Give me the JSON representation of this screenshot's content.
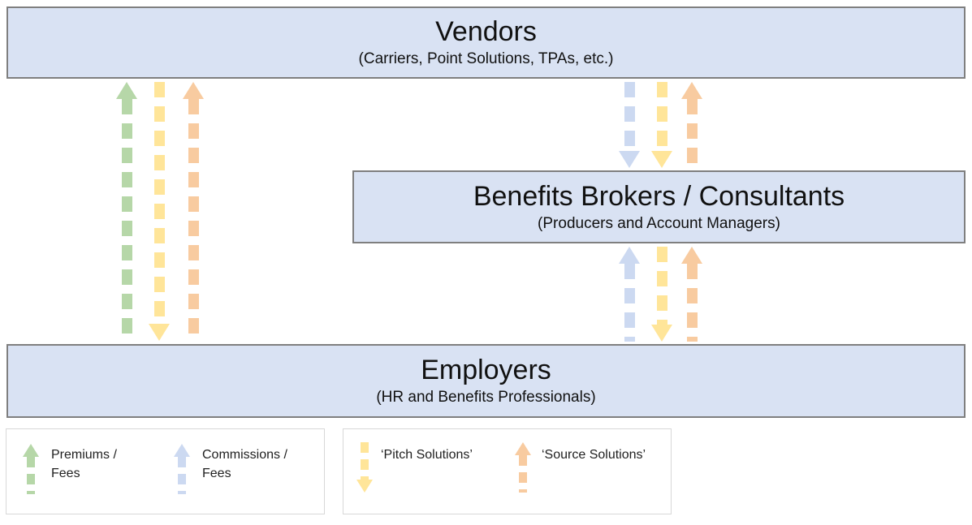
{
  "boxes": {
    "vendors": {
      "title": "Vendors",
      "subtitle": "(Carriers, Point Solutions, TPAs, etc.)"
    },
    "brokers": {
      "title": "Benefits Brokers / Consultants",
      "subtitle": "(Producers and Account Managers)"
    },
    "employers": {
      "title": "Employers",
      "subtitle": "(HR and Benefits Professionals)"
    }
  },
  "colors": {
    "box_fill": "#d9e2f3",
    "box_border": "#7f7f7f",
    "legend_border": "#d8d8d8",
    "premiums_green": "#b6d7a8",
    "commissions_blue": "#ccd9f1",
    "pitch_yellow": "#ffe599",
    "source_orange": "#f8cba0"
  },
  "flows": {
    "vendors_employers": [
      {
        "meaning": "premiums-fees",
        "color": "green",
        "direction": "up"
      },
      {
        "meaning": "pitch-solutions",
        "color": "yellow",
        "direction": "down"
      },
      {
        "meaning": "source-solutions",
        "color": "orange",
        "direction": "up"
      }
    ],
    "vendors_brokers": [
      {
        "meaning": "commissions-fees",
        "color": "blue",
        "direction": "down"
      },
      {
        "meaning": "pitch-solutions",
        "color": "yellow",
        "direction": "down"
      },
      {
        "meaning": "source-solutions",
        "color": "orange",
        "direction": "up"
      }
    ],
    "brokers_employers": [
      {
        "meaning": "commissions-fees",
        "color": "blue",
        "direction": "up"
      },
      {
        "meaning": "pitch-solutions",
        "color": "yellow",
        "direction": "down"
      },
      {
        "meaning": "source-solutions",
        "color": "orange",
        "direction": "up"
      }
    ]
  },
  "legend": {
    "premiums": {
      "line1": "Premiums /",
      "line2": "Fees"
    },
    "commissions": {
      "line1": "Commissions /",
      "line2": "Fees"
    },
    "pitch": {
      "label": "‘Pitch Solutions’"
    },
    "source": {
      "label": "‘Source Solutions’"
    }
  }
}
